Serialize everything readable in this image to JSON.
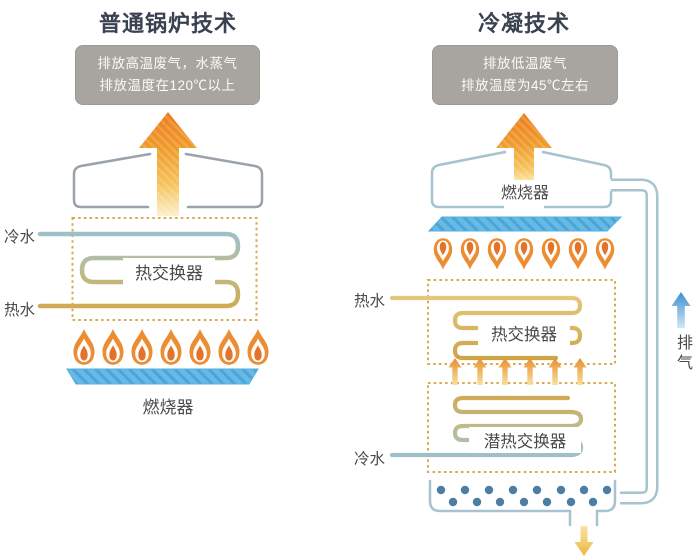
{
  "left": {
    "title": "普通锅炉技术",
    "info_line1": "排放高温废气，水蒸气",
    "info_line2": "排放温度在120℃以上",
    "cold_water": "冷水",
    "hot_water": "热水",
    "heat_exchanger": "热交换器",
    "burner": "燃烧器"
  },
  "right": {
    "title": "冷凝技术",
    "info_line1": "排放低温废气",
    "info_line2": "排放温度为45℃左右",
    "hot_water": "热水",
    "cold_water": "冷水",
    "heat_exchanger": "热交换器",
    "latent_heat_exchanger": "潜热交换器",
    "burner": "燃烧器",
    "exhaust": "排气"
  },
  "colors": {
    "title_text": "#3a4150",
    "info_box_bg": "#a8a5a1",
    "info_box_text": "#fbfaf8",
    "flame_orange": "#ec8d33",
    "flame_core": "#e2732c",
    "arrow_orange": "#ec7c20",
    "arrow_pale": "#fcf0cd",
    "burner_blue": "#67b9e6",
    "burner_hatch": "#4aa5d9",
    "hood_gray": "#9aa2ab",
    "hood_blue": "#a6c3cf",
    "dashed_border": "#d8a94f",
    "coil_yellow": "#d2a94f",
    "coil_blue": "#9cc0cb",
    "condensate_dot": "#4c7ea3",
    "exhaust_arrow_blue": "#3f8fd0",
    "drain_arrow_yellow": "#ecb73d",
    "label_text": "#4a4a4a"
  }
}
